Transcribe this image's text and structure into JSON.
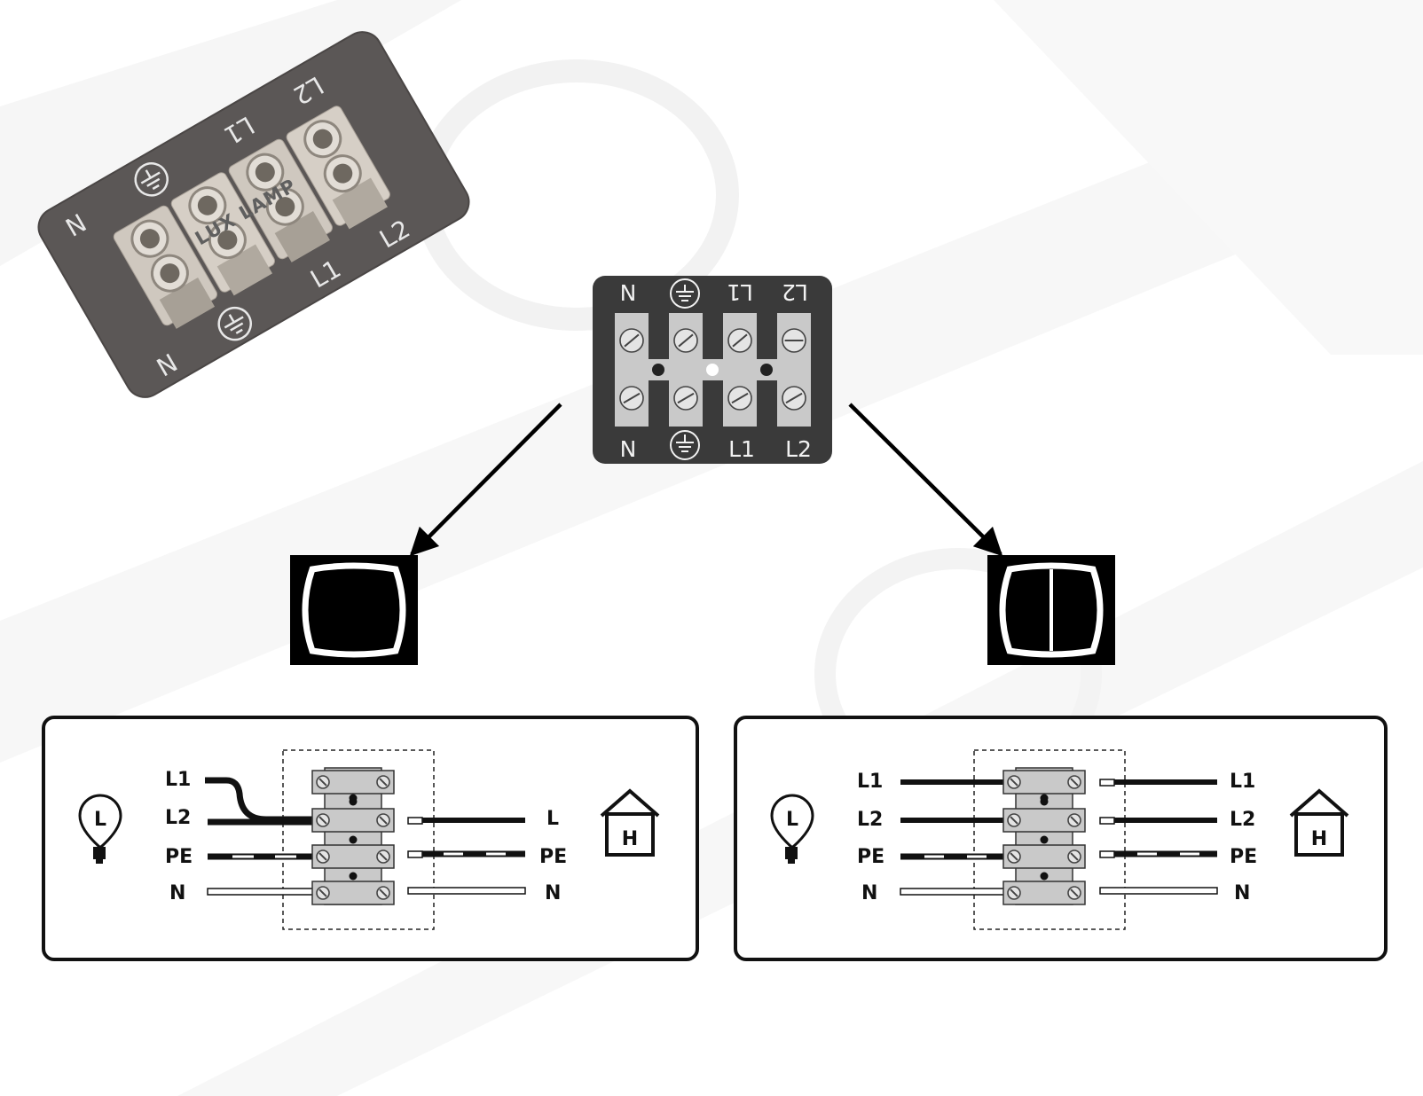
{
  "product": {
    "brand_logo_text": "LUX LAMP",
    "labels_top": [
      "N",
      "L1",
      "L2"
    ],
    "labels_bottom": [
      "N",
      "L1",
      "L2"
    ],
    "ground_icon": "earth-ground-icon"
  },
  "terminal_panel": {
    "top_labels": [
      "N",
      "L1",
      "L2"
    ],
    "bottom_labels": [
      "N",
      "L1",
      "L2"
    ],
    "ground_icon": "earth-ground-icon"
  },
  "switch_icons": {
    "left": "single-switch-icon",
    "right": "double-switch-icon"
  },
  "left_diagram": {
    "left_labels": [
      "L1",
      "L2",
      "PE",
      "N"
    ],
    "right_labels": [
      "L",
      "PE",
      "N"
    ],
    "lamp_letter": "L",
    "house_letter": "H"
  },
  "right_diagram": {
    "left_labels": [
      "L1",
      "L2",
      "PE",
      "N"
    ],
    "right_labels": [
      "L1",
      "L2",
      "PE",
      "N"
    ],
    "lamp_letter": "L",
    "house_letter": "H"
  },
  "colors": {
    "panel_bg": "#3a3a3a",
    "terminal_gray": "#c9c9c9",
    "frame": "#111111",
    "watermark": "#f1f1f1"
  }
}
